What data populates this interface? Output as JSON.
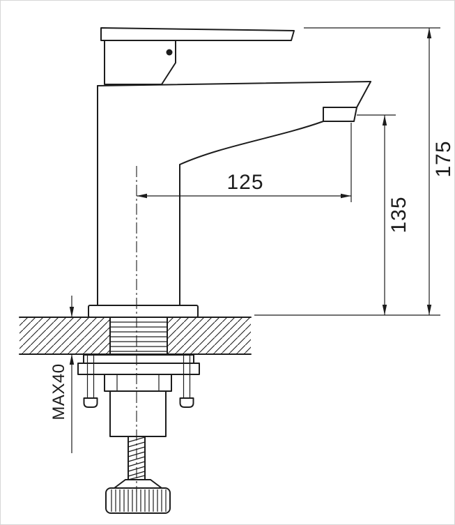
{
  "diagram": {
    "kind": "technical-dimension-drawing",
    "subject": "Single-lever basin faucet, side elevation with deck mounting section",
    "background_color": "#ffffff",
    "line_color": "#1c1c1c",
    "dimensions": {
      "spout_reach": {
        "label": "125",
        "orientation": "horizontal",
        "from": "center axis",
        "to": "spout outlet"
      },
      "outlet_height": {
        "label": "135",
        "orientation": "vertical",
        "from": "deck top",
        "to": "spout outlet"
      },
      "overall_height": {
        "label": "175",
        "orientation": "vertical",
        "from": "deck top",
        "to": "handle top"
      },
      "max_deck_thickness": {
        "label": "MAX40",
        "orientation": "vertical",
        "from": "deck top",
        "to": "deck bottom"
      }
    }
  }
}
